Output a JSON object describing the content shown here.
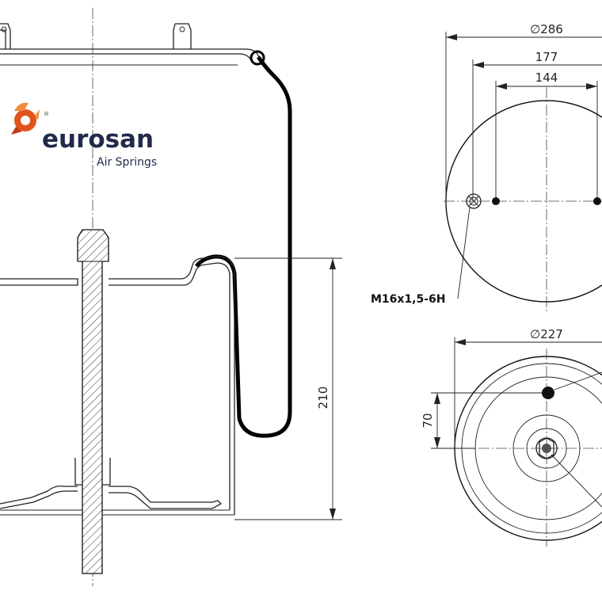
{
  "brand": {
    "name": "eurosan",
    "subtitle": "Air Springs",
    "registered_mark": "®",
    "colors": {
      "accent": "#e2541b",
      "text": "#222a4a"
    }
  },
  "dimensions": {
    "top_outer_diameter": "∅286",
    "top_bolt_circle": "177",
    "top_pin_spacing": "144",
    "thread_spec": "M16x1,5-6H",
    "bottom_outer_diameter": "∅227",
    "bottom_offset": "70",
    "height": "210"
  }
}
